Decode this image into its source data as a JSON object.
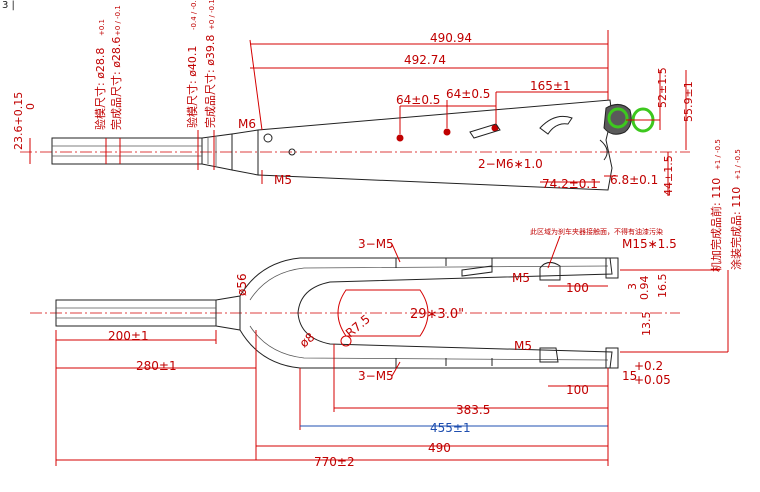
{
  "corner_mark": "3 |",
  "top_view": {
    "dims": {
      "d_490_94": "490.94",
      "d_492_74": "492.74",
      "d_165": "165±1",
      "d_64a": "64±0.5",
      "d_64b": "64±0.5",
      "d_52": "52±1.5",
      "d_55_9": "55.9±1",
      "d_44": "44±1.5",
      "d_74_2": "74.2±0.1",
      "d_6_8": "6.8±0.1",
      "m6": "M6",
      "m5": "M5",
      "m6x1": "2−M6∗1.0",
      "d_23_6": "23.6+0.15",
      "d_23_6_low": "0"
    },
    "notes": {
      "insp_1": "验模尺寸: ø28.8",
      "insp_1_tol": "+0.1",
      "done_1": "完成品尺寸: ø28.6",
      "done_1_tol": "+0 / -0.1",
      "insp_2": "验模尺寸: ø40.1",
      "insp_2_tol": "-0.4 / -0.1",
      "done_2": "完成品尺寸: ø39.8",
      "done_2_tol": "+0 / -0.1",
      "axle_1": "机加完成品前: 110",
      "axle_1_tol": "+1 / -0.5",
      "axle_2": "涂装完成品: 110",
      "axle_2_tol": "+1 / -0.5"
    }
  },
  "front_view": {
    "dims": {
      "m5_top": "3−M5",
      "m5_bot": "3−M5",
      "m5_mid": "M5",
      "m5_side": "M5",
      "m15": "M15∗1.5",
      "d100a": "100",
      "d100b": "100",
      "d56": "ø56",
      "d200": "200±1",
      "d280": "280±1",
      "d_383_5": "383.5",
      "d455": "455±1",
      "d490": "490",
      "d770": "770±2",
      "d29": "29∗3.0\"",
      "r7_5": "R7.5",
      "phi8": "ø8",
      "d3": "3",
      "d094": "0.94",
      "d16_5": "16.5",
      "d13_5": "13.5",
      "d02": "+0.2",
      "d005": "+0.05",
      "d15": "15"
    },
    "note_clamp": "此区域为刹车夹器接触面，不得有油漆污染"
  }
}
